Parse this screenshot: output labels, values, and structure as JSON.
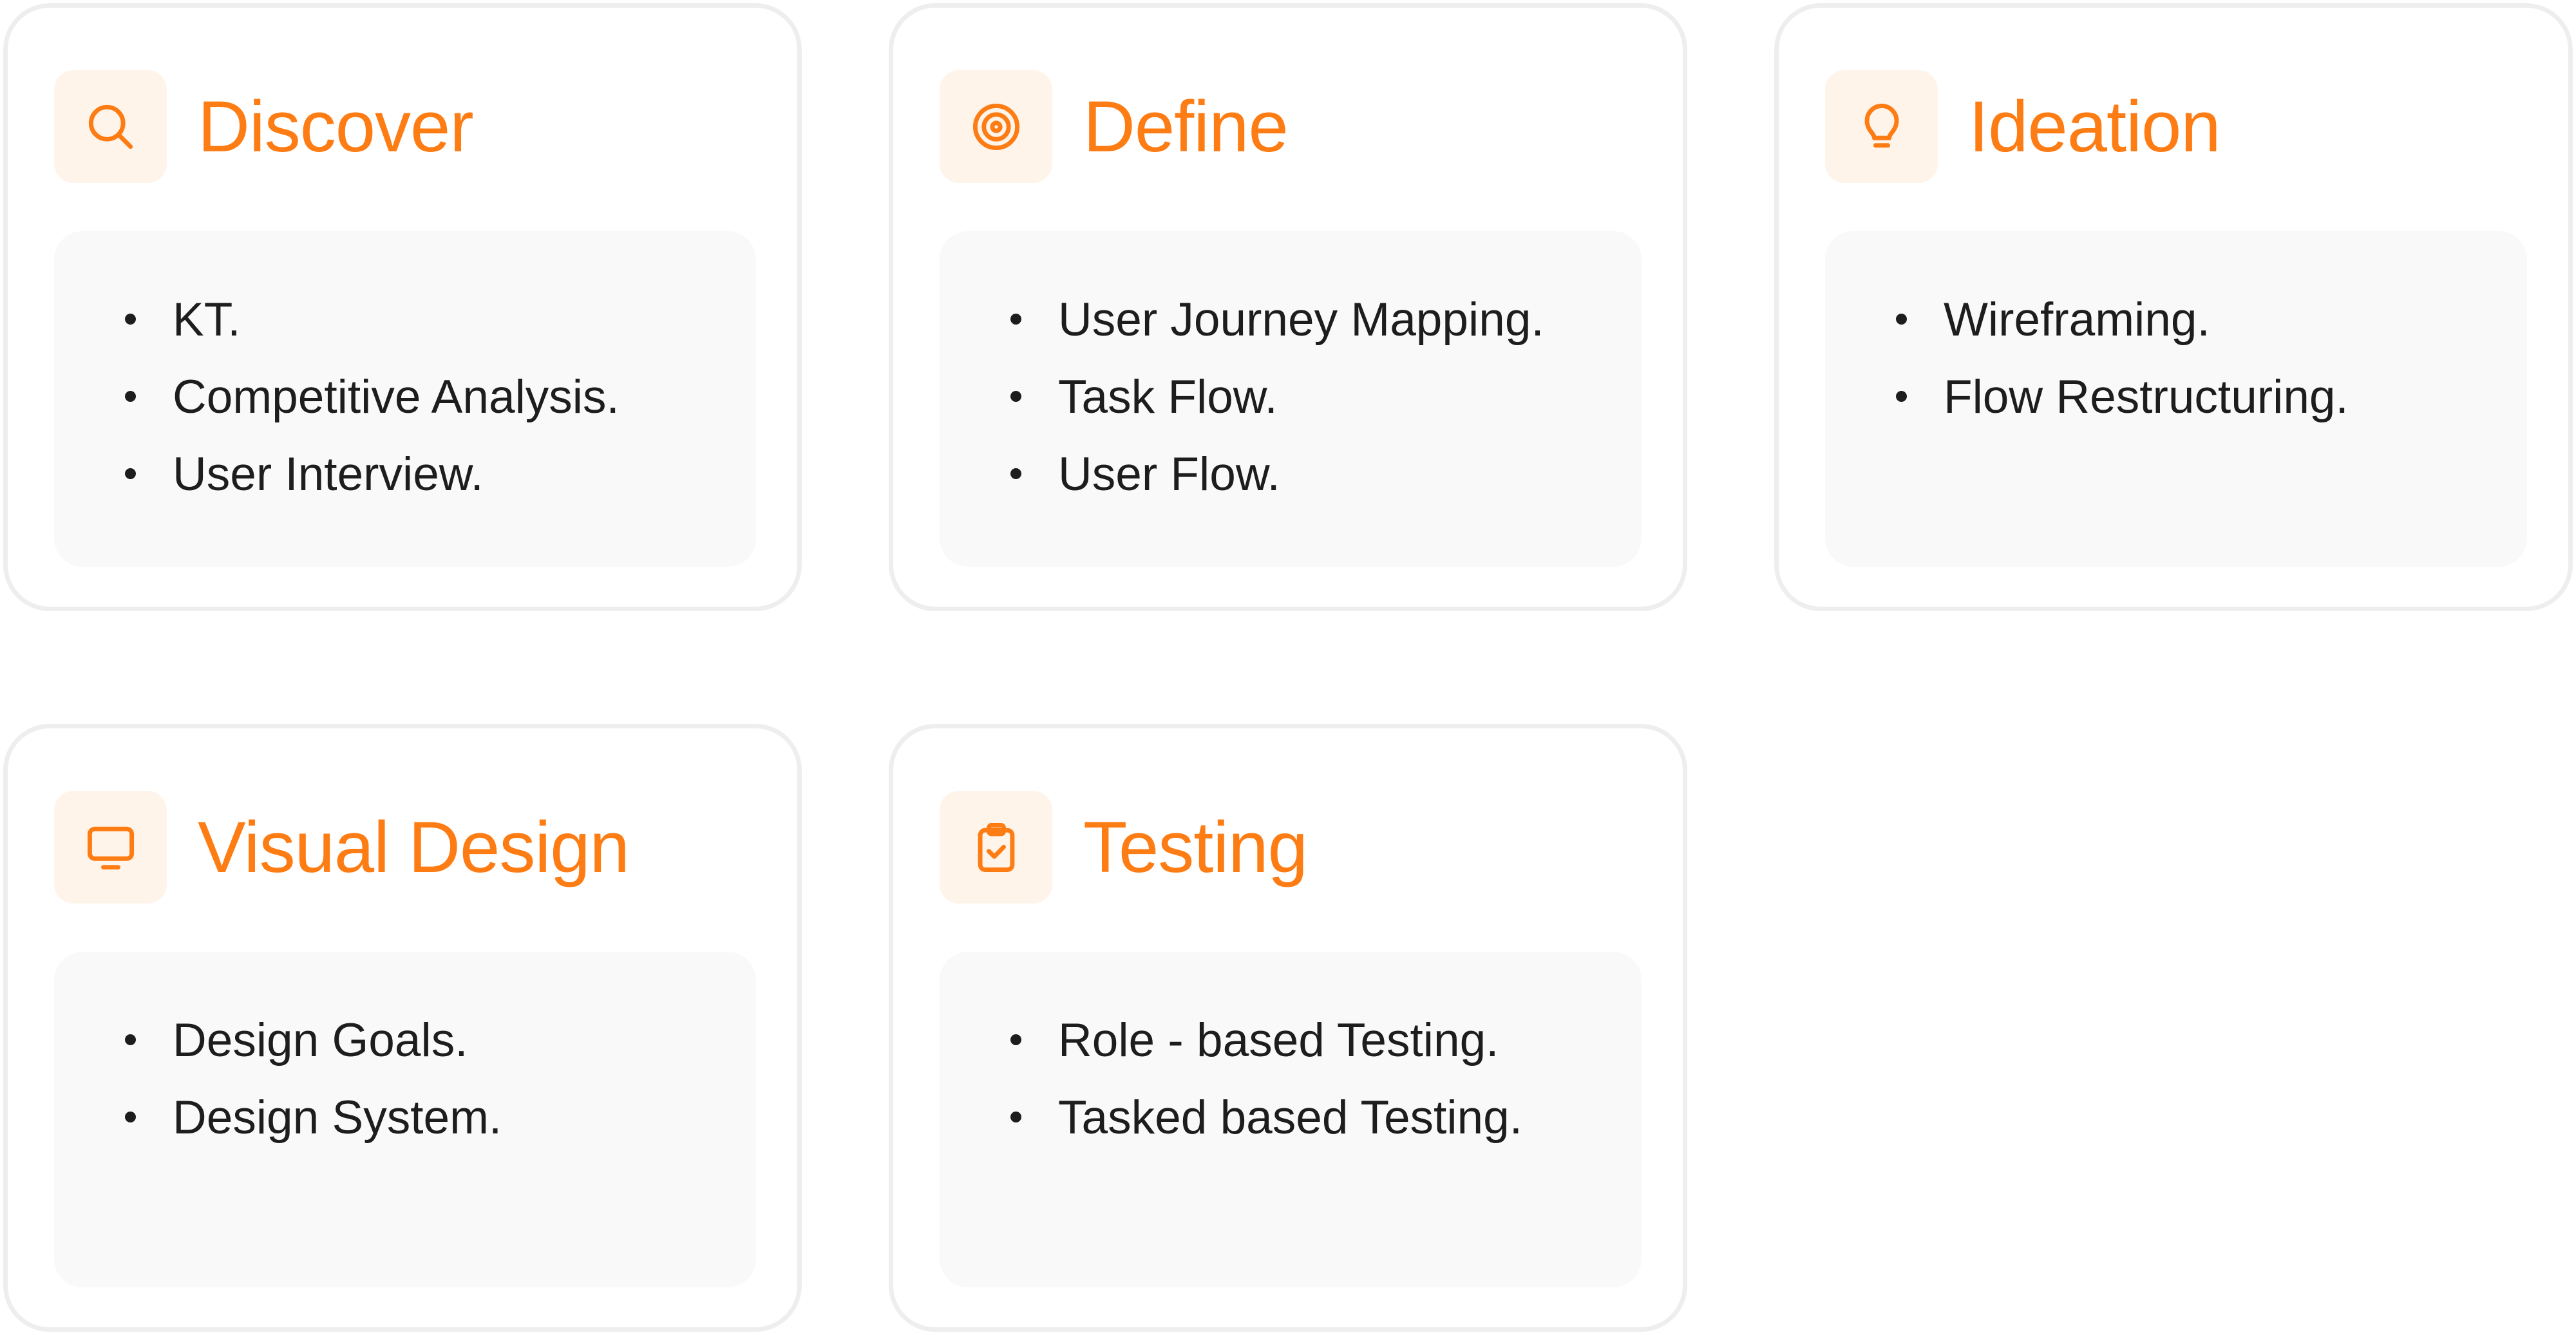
{
  "accent_color": "#fd7c14",
  "icon_tile_color": "#fff4ea",
  "cards": [
    {
      "title": "Discover",
      "icon": "search-icon",
      "items": [
        "KT.",
        "Competitive Analysis.",
        "User Interview."
      ]
    },
    {
      "title": "Define",
      "icon": "target-icon",
      "items": [
        "User Journey Mapping.",
        "Task Flow.",
        "User Flow."
      ]
    },
    {
      "title": "Ideation",
      "icon": "lightbulb-icon",
      "items": [
        "Wireframing.",
        "Flow Restructuring."
      ]
    },
    {
      "title": "Visual Design",
      "icon": "monitor-icon",
      "items": [
        "Design Goals.",
        "Design System."
      ]
    },
    {
      "title": "Testing",
      "icon": "clipboard-check-icon",
      "items": [
        "Role - based Testing.",
        "Tasked based Testing."
      ]
    }
  ]
}
